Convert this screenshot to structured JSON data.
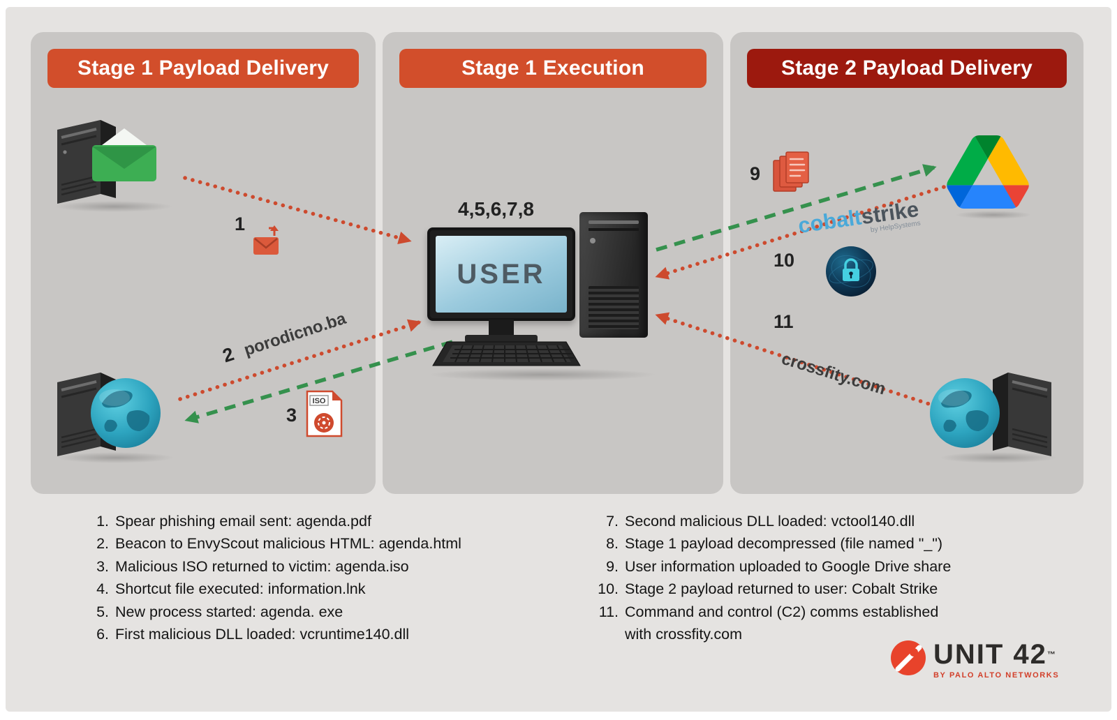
{
  "headers": [
    {
      "label": "Stage 1 Payload Delivery",
      "color": "#d24e2b"
    },
    {
      "label": "Stage 1 Execution",
      "color": "#d24e2b"
    },
    {
      "label": "Stage 2 Payload Delivery",
      "color": "#9c190e"
    }
  ],
  "diagram": {
    "user_screen_label": "USER",
    "execution_steps": "4,5,6,7,8",
    "step1": {
      "num": "1"
    },
    "step2": {
      "num": "2",
      "label": "porodicno.ba"
    },
    "step3": {
      "num": "3",
      "file_badge": "ISO"
    },
    "step9": {
      "num": "9"
    },
    "step10": {
      "num": "10"
    },
    "step11": {
      "num": "11",
      "label": "crossfity.com"
    },
    "cobaltstrike": {
      "word1": "cobalt",
      "word2": "strike",
      "byline": "by HelpSystems"
    }
  },
  "legend_left": [
    {
      "num": "1.",
      "text": "Spear phishing email sent: agenda.pdf"
    },
    {
      "num": "2.",
      "text": "Beacon to EnvyScout malicious HTML: agenda.html"
    },
    {
      "num": "3.",
      "text": "Malicious ISO returned to victim: agenda.iso"
    },
    {
      "num": "4.",
      "text": "Shortcut file executed: information.lnk"
    },
    {
      "num": "5.",
      "text": "New process started: agenda. exe"
    },
    {
      "num": "6.",
      "text": "First malicious DLL loaded: vcruntime140.dll"
    }
  ],
  "legend_right": [
    {
      "num": "7.",
      "text": "Second malicious DLL loaded: vctool140.dll"
    },
    {
      "num": "8.",
      "text": "Stage 1 payload decompressed (file named \"_\")"
    },
    {
      "num": "9.",
      "text": "User information uploaded to Google Drive share"
    },
    {
      "num": "10.",
      "text": "Stage 2 payload returned to user: Cobalt Strike"
    },
    {
      "num": "11.",
      "text": "Command and control (C2) comms established",
      "text2": "with crossfity.com"
    }
  ],
  "footer": {
    "brand": "UNIT 42",
    "trademark": "™",
    "tagline": "BY PALO ALTO NETWORKS"
  },
  "colors": {
    "header_orange": "#d24e2b",
    "header_dark_red": "#9c190e",
    "arrow_red": "#cd4a2e",
    "arrow_green": "#35914d",
    "panel_gray": "#c8c6c4",
    "canvas_gray": "#e5e3e1"
  }
}
